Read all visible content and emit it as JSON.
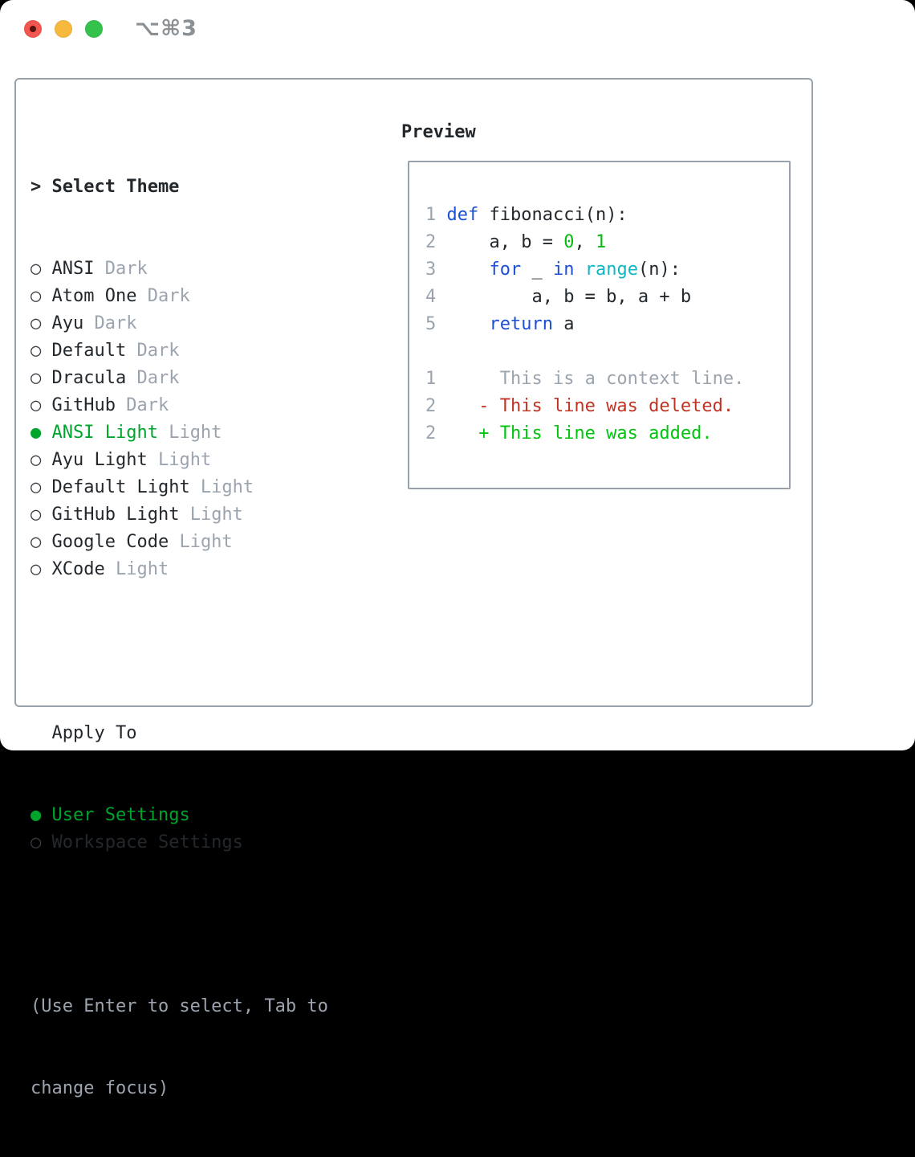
{
  "colors": {
    "fg": "#23282d",
    "muted": "#9ba4ae",
    "green": "#00a42d",
    "kw": "#1c4fd8",
    "builtin": "#0fb6c4",
    "num": "#0aba12",
    "added": "#00c40e",
    "deleted": "#c13425",
    "border": "#99a1ab",
    "shortcut": "#8b9095",
    "light-red": "#f4564f",
    "red-dot": "#57120d",
    "light-yellow": "#f6b93e",
    "light-green": "#35c24c"
  },
  "titlebar": {
    "shortcut_label": "⌥⌘3"
  },
  "theme_list": {
    "header": "> Select Theme",
    "items": [
      {
        "name": "ANSI",
        "variant": "Dark",
        "selected": false
      },
      {
        "name": "Atom One",
        "variant": "Dark",
        "selected": false
      },
      {
        "name": "Ayu",
        "variant": "Dark",
        "selected": false
      },
      {
        "name": "Default",
        "variant": "Dark",
        "selected": false
      },
      {
        "name": "Dracula",
        "variant": "Dark",
        "selected": false
      },
      {
        "name": "GitHub",
        "variant": "Dark",
        "selected": false
      },
      {
        "name": "ANSI Light",
        "variant": "Light",
        "selected": true
      },
      {
        "name": "Ayu Light",
        "variant": "Light",
        "selected": false
      },
      {
        "name": "Default Light",
        "variant": "Light",
        "selected": false
      },
      {
        "name": "GitHub Light",
        "variant": "Light",
        "selected": false
      },
      {
        "name": "Google Code",
        "variant": "Light",
        "selected": false
      },
      {
        "name": "XCode",
        "variant": "Light",
        "selected": false
      }
    ]
  },
  "apply_to": {
    "header": "Apply To",
    "options": [
      {
        "label": "User Settings",
        "selected": true
      },
      {
        "label": "Workspace Settings",
        "selected": false
      }
    ]
  },
  "help": {
    "line1": "(Use Enter to select, Tab to",
    "line2": "change focus)"
  },
  "preview": {
    "title": "Preview",
    "code_lines": [
      {
        "num": "1",
        "tokens": [
          {
            "text": "def",
            "color": "kw"
          },
          {
            "text": " fibonacci(n):",
            "color": "fg"
          }
        ]
      },
      {
        "num": "2",
        "tokens": [
          {
            "text": "    a, b = ",
            "color": "fg"
          },
          {
            "text": "0",
            "color": "num"
          },
          {
            "text": ", ",
            "color": "fg"
          },
          {
            "text": "1",
            "color": "num"
          }
        ]
      },
      {
        "num": "3",
        "tokens": [
          {
            "text": "    ",
            "color": "fg"
          },
          {
            "text": "for",
            "color": "kw"
          },
          {
            "text": " _ ",
            "color": "fg"
          },
          {
            "text": "in",
            "color": "kw"
          },
          {
            "text": " ",
            "color": "fg"
          },
          {
            "text": "range",
            "color": "builtin"
          },
          {
            "text": "(n):",
            "color": "fg"
          }
        ]
      },
      {
        "num": "4",
        "tokens": [
          {
            "text": "        a, b = b, a + b",
            "color": "fg"
          }
        ]
      },
      {
        "num": "5",
        "tokens": [
          {
            "text": "    ",
            "color": "fg"
          },
          {
            "text": "return",
            "color": "kw"
          },
          {
            "text": " a",
            "color": "fg"
          }
        ]
      }
    ],
    "diff_lines": [
      {
        "num": "1",
        "marker": " ",
        "text": "This is a context line.",
        "type": "context"
      },
      {
        "num": "2",
        "marker": "-",
        "text": "This line was deleted.",
        "type": "deleted"
      },
      {
        "num": "2",
        "marker": "+",
        "text": "This line was added.",
        "type": "added"
      }
    ]
  }
}
